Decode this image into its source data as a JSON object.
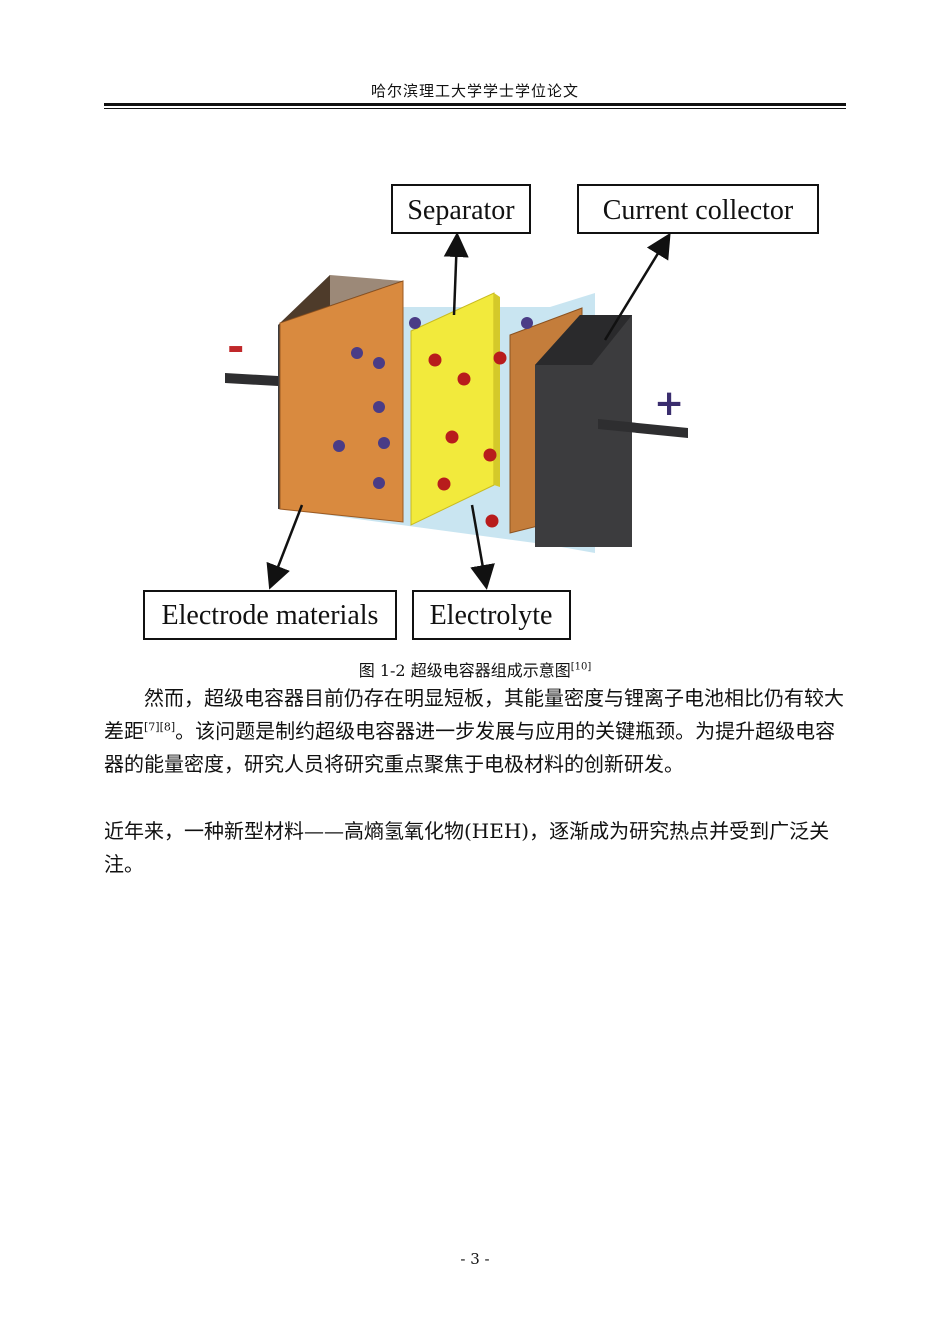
{
  "header": {
    "title": "哈尔滨理工大学学士学位论文"
  },
  "figure": {
    "labels": {
      "separator": "Separator",
      "current_collector": "Current collector",
      "electrode_materials": "Electrode materials",
      "electrolyte": "Electrolyte"
    },
    "signs": {
      "negative": "-",
      "positive": "+"
    },
    "colors": {
      "current_collector": "#3c3c3e",
      "electrode": "#d98a3f",
      "separator": "#f2ea3c",
      "electrolyte": "#bfe0ef",
      "anion": "#4a3c86",
      "cation": "#b81c1c",
      "negative_sign": "#c0282a",
      "positive_sign": "#3a2d6e"
    },
    "caption": {
      "text": "图 1-2 超级电容器组成示意图",
      "ref": "[10]"
    }
  },
  "body": {
    "p1": {
      "text_a": "然而，超级电容器目前仍存在明显短板，其能量密度与锂离子电池相比仍有较大差距",
      "ref": "[7][8]",
      "text_b": "。该问题是制约超级电容器进一步发展与应用的关键瓶颈。为提升超级电容器的能量密度，研究人员将研究重点聚焦于电极材料的创新研发。"
    },
    "p2": {
      "text": "近年来，一种新型材料——高熵氢氧化物(HEH)，逐渐成为研究热点并受到广泛关注。"
    }
  },
  "footer": {
    "page_number": "- 3 -"
  }
}
